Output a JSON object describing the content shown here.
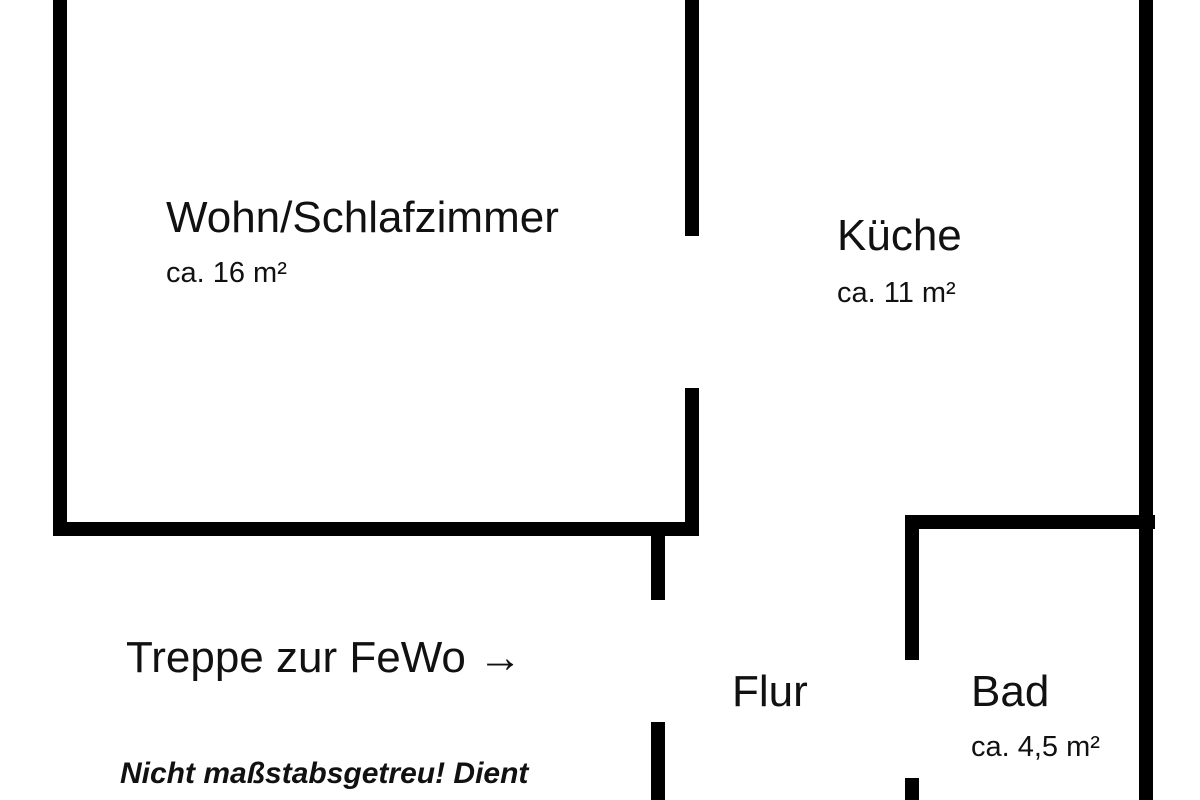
{
  "floor_plan": {
    "rooms": {
      "wohn_schlafzimmer": {
        "name": "Wohn/Schlafzimmer",
        "area": "ca. 16 m²"
      },
      "kueche": {
        "name": "Küche",
        "area": "ca. 11 m²"
      },
      "flur": {
        "name": "Flur"
      },
      "bad": {
        "name": "Bad",
        "area": "ca. 4,5 m²"
      }
    },
    "stairs": {
      "label": "Treppe zur FeWo",
      "icon": "arrow-right-icon",
      "arrow": "→"
    },
    "note": {
      "line1": "Nicht maßstabsgetreu! Dient"
    },
    "colors": {
      "walls": "#000000",
      "background": "#ffffff"
    }
  }
}
